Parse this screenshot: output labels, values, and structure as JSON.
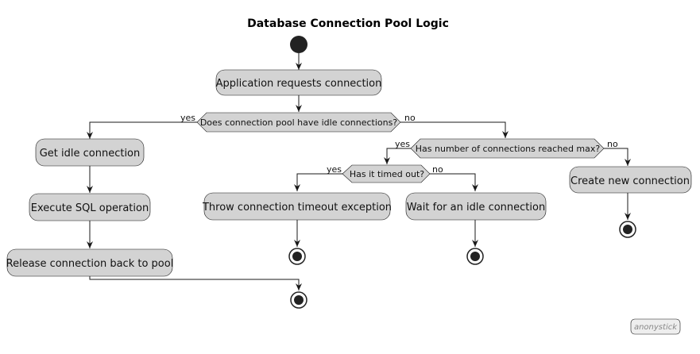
{
  "title": "Database Connection Pool Logic",
  "nodes": {
    "request": "Application requests connection",
    "get_idle": "Get idle connection",
    "execute_sql": "Execute SQL operation",
    "release": "Release connection back to pool",
    "throw_timeout": "Throw connection timeout exception",
    "wait_idle": "Wait for an idle connection",
    "create_new": "Create new connection"
  },
  "decisions": {
    "has_idle": "Does connection pool have idle connections?",
    "max_reached": "Has number of connections reached max?",
    "timed_out": "Has it timed out?"
  },
  "branch_labels": {
    "yes": "yes",
    "no": "no"
  },
  "footer": "anonystick",
  "colors": {
    "node_fill": "#d3d3d3",
    "node_stroke": "#181818",
    "edge": "#181818",
    "start_end": "#222222"
  }
}
